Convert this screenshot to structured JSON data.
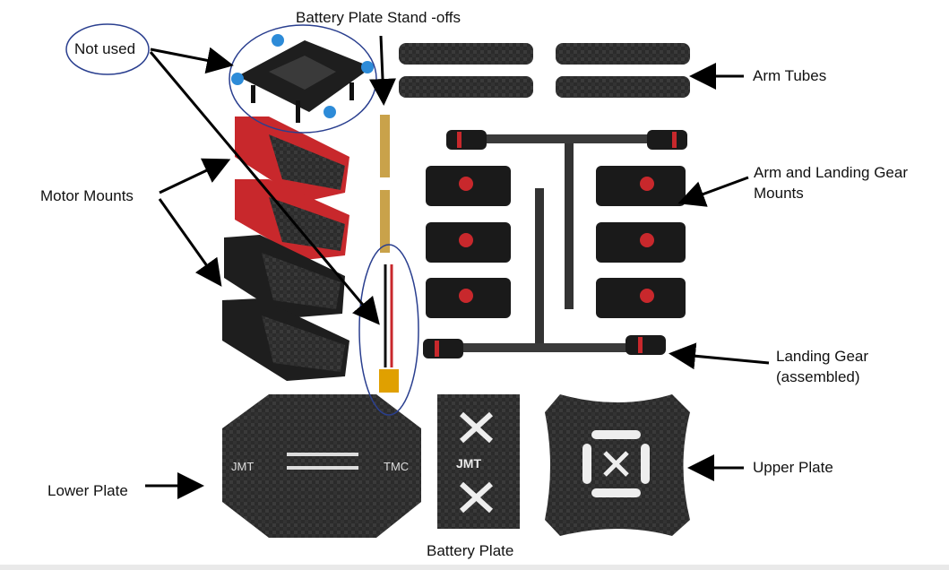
{
  "labels": {
    "not_used": "Not used",
    "battery_standoffs": "Battery Plate Stand -offs",
    "arm_tubes": "Arm Tubes",
    "motor_mounts": "Motor Mounts",
    "arm_landing_mounts_1": "Arm and Landing Gear",
    "arm_landing_mounts_2": "Mounts",
    "landing_gear_1": "Landing Gear",
    "landing_gear_2": "(assembled)",
    "lower_plate": "Lower Plate",
    "battery_plate": "Battery Plate",
    "upper_plate": "Upper Plate",
    "lower_plate_logo_left": "JMT",
    "lower_plate_logo_right": "TMC",
    "battery_plate_logo": "JMT"
  },
  "colors": {
    "carbon": "#2b2b2b",
    "carbon_light": "#4a4a4a",
    "red_mount": "#c8282c",
    "blue_cap": "#2d8bd8",
    "brass": "#c9a24a",
    "highlight_ellipse": "#2a3f8f",
    "arrow": "#000000"
  },
  "icons": [
    "arrow-icon",
    "highlight-ellipse"
  ]
}
